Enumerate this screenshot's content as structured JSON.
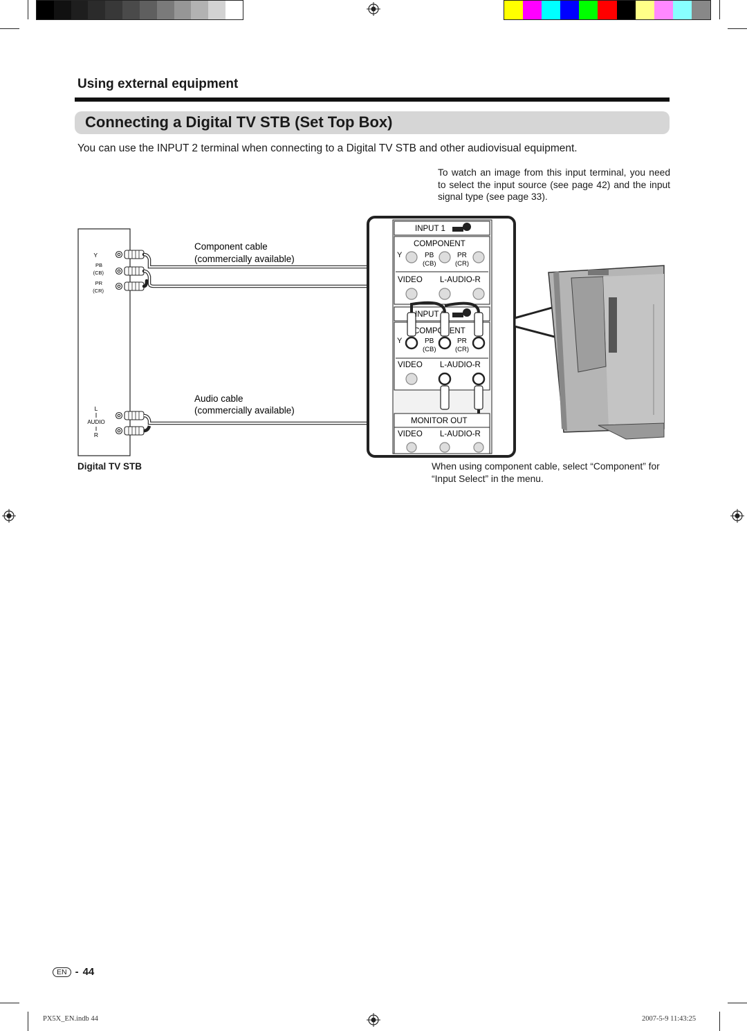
{
  "section_title": "Using external equipment",
  "heading": "Connecting a Digital TV STB (Set Top Box)",
  "intro": "You can use the INPUT 2 terminal when connecting to a Digital TV STB and other audiovisual equipment.",
  "note": "To watch an image from this input terminal, you need to select the input source (see page 42) and the input signal type (see page 33).",
  "diagram": {
    "component_cable": "Component cable",
    "component_avail": "(commercially available)",
    "audio_cable": "Audio cable",
    "audio_avail": "(commercially available)",
    "stb_label": "Digital TV STB",
    "stb_y": "Y",
    "stb_pb": "PB",
    "stb_cb": "(CB)",
    "stb_pr": "PR",
    "stb_cr": "(CR)",
    "stb_l": "L",
    "stb_audio": "AUDIO",
    "stb_r": "R",
    "input1": "INPUT 1",
    "input2": "INPUT 2",
    "component": "COMPONENT",
    "y": "Y",
    "pb": "PB",
    "pr": "PR",
    "cb": "(CB)",
    "cr": "(CR)",
    "video": "VIDEO",
    "laudior": "L-AUDIO-R",
    "monitor_out": "MONITOR OUT"
  },
  "bottom_note": "When using component cable, select “Component” for “Input Select” in the menu.",
  "page": {
    "badge": "EN",
    "number": "44"
  },
  "footer": {
    "file": "PX5X_EN.indb   44",
    "date": "2007-5-9   11:43:25"
  },
  "colors": {
    "gray_bar": [
      "#000000",
      "#111111",
      "#1e1e1e",
      "#2b2b2b",
      "#383838",
      "#4a4a4a",
      "#5f5f5f",
      "#7a7a7a",
      "#969696",
      "#b2b2b2",
      "#d2d2d2",
      "#ffffff"
    ],
    "color_bar": [
      "#ffff00",
      "#ff00ff",
      "#00ffff",
      "#0000ff",
      "#00ff00",
      "#ff0000",
      "#000000",
      "#ffff88",
      "#ff88ff",
      "#88ffff",
      "#888888"
    ]
  }
}
